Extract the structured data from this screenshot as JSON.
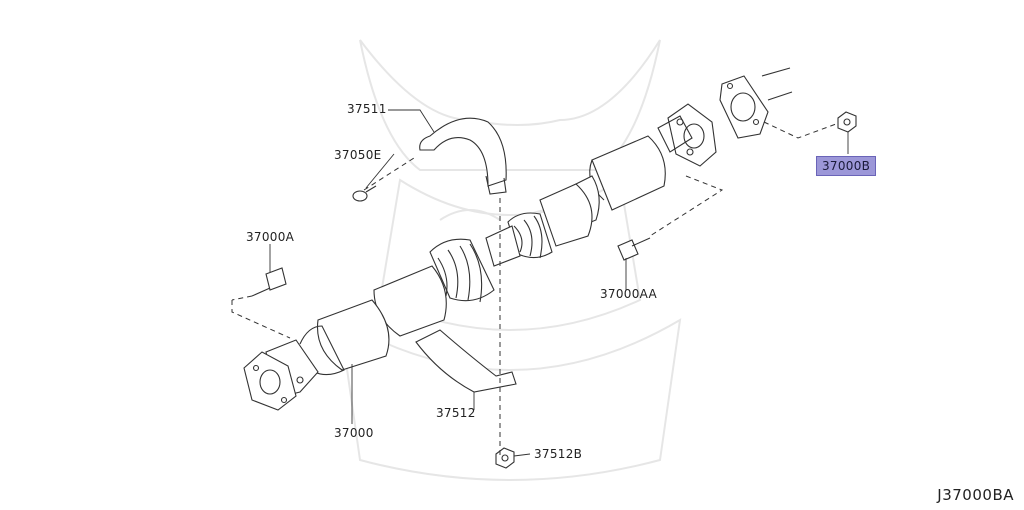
{
  "diagram": {
    "code": "J37000BA",
    "highlight_color": "#9c97d8",
    "labels": {
      "p37511": "37511",
      "p37050E": "37050E",
      "p37000A": "37000A",
      "p37000": "37000",
      "p37512": "37512",
      "p37512B": "37512B",
      "p37000AA": "37000AA",
      "p37000B": "37000B"
    }
  }
}
